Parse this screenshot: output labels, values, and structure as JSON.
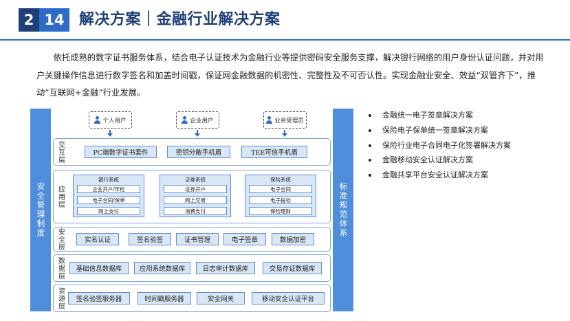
{
  "header": {
    "section_number": "2",
    "page_number": "14",
    "title": "解决方案｜金融行业解决方案"
  },
  "intro": "依托成熟的数字证书服务体系，结合电子认证技术为金融行业等提供密码安全服务支撑，解决银行网络的用户身份认证问题，并对用户关键操作信息进行数字签名和加盖时间戳，保证网金融数据的机密性、完整性及不可否认性。实现金融业安全、效益“双管齐下”，推动“互联网+金融”行业发展。",
  "diagram": {
    "left_bar": "安全管理制度",
    "right_bar": "标准规范体系",
    "users": [
      "个人用户",
      "企业用户",
      "业务受理员"
    ],
    "layers": {
      "interaction": {
        "label": "交互层",
        "items": [
          "PC端数字证书套件",
          "密钥分散手机盾",
          "TEE可信手机盾"
        ]
      },
      "application": {
        "label": "应用层",
        "systems": [
          {
            "title": "银行系统",
            "items": [
              "企业开户/年检",
              "电子合同/保单",
              "网上支付"
            ]
          },
          {
            "title": "证券系统",
            "items": [
              "证券开户",
              "网上交易",
              "消费支付"
            ]
          },
          {
            "title": "保险系统",
            "items": [
              "电子合同",
              "电子投标",
              "保险理财"
            ]
          }
        ]
      },
      "security": {
        "label": "安全层",
        "items": [
          "实名认证",
          "签名验签",
          "证书管理",
          "电子签章",
          "数据加密"
        ]
      },
      "data": {
        "label": "数据层",
        "items": [
          "基础信息数据库",
          "应用系统数据库",
          "日志审计数据库",
          "交易存证数据库"
        ]
      },
      "resource": {
        "label": "资源层",
        "items": [
          "签名验签服务器",
          "时间戳服务器",
          "安全网关",
          "移动安全认证平台"
        ]
      }
    }
  },
  "solutions": [
    "金融统一电子签章解决方案",
    "保险电子保单统一签章解决方案",
    "保险行业电子合同电子化签署解决方案",
    "金融移动安全认证解决方案",
    "金融共享平台安全认证解决方案"
  ],
  "colors": {
    "primary_dark": "#1f3f78",
    "primary": "#2e6bc6",
    "side_bar": "#4f8edb",
    "box_fill": "#d9e6f6"
  }
}
